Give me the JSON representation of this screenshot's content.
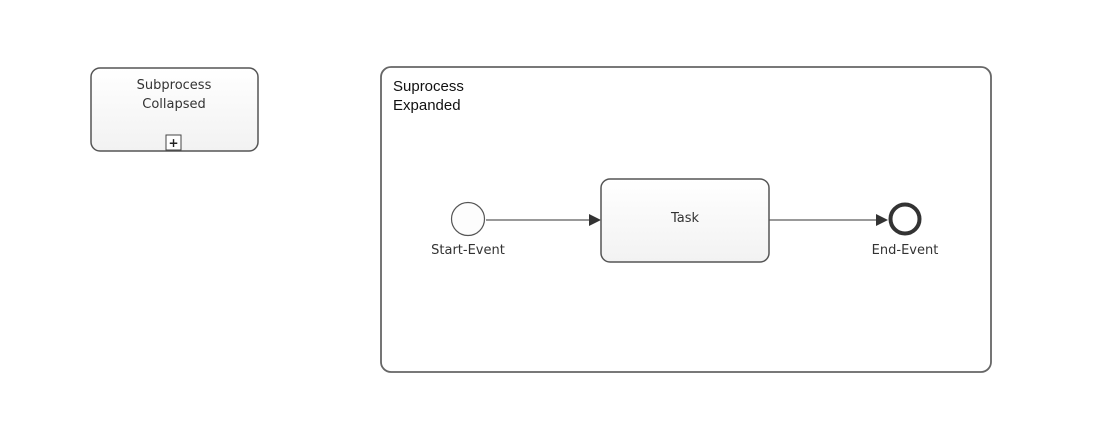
{
  "diagram": {
    "subprocess_collapsed": {
      "label_line1": "Subprocess",
      "label_line2": "Collapsed",
      "marker": "+"
    },
    "subprocess_expanded": {
      "label_line1": "Suprocess",
      "label_line2": "Expanded"
    },
    "task": {
      "label": "Task"
    },
    "start_event": {
      "label": "Start-Event"
    },
    "end_event": {
      "label": "End-Event"
    },
    "colors": {
      "stroke": "#555555",
      "stroke_dark": "#333333",
      "fill": "#fafafa"
    }
  }
}
